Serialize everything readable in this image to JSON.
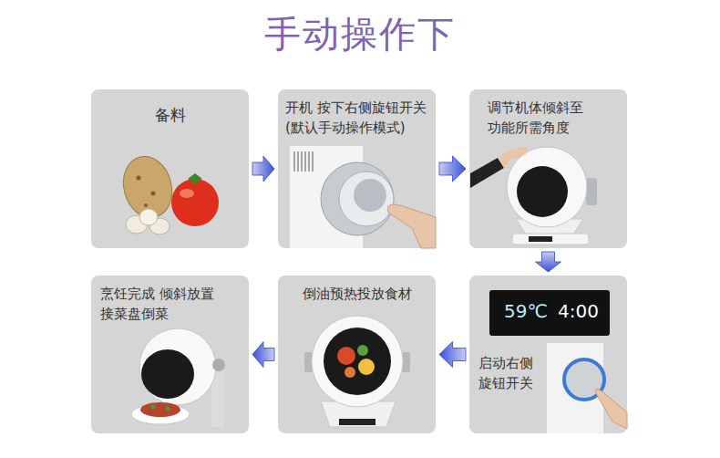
{
  "diagram": {
    "title": "手动操作下",
    "nodes": [
      {
        "text": [
          "备料"
        ]
      },
      {
        "text": [
          "开机 按下右侧旋钮开关 (默认手动操作模式)"
        ]
      },
      {
        "text": [
          "调节机体倾斜至 功能所需角度"
        ]
      },
      {
        "text": [
          "启动右侧 旋钮开关"
        ]
      },
      {
        "text": [
          "倒油预热投放食材"
        ]
      },
      {
        "text": [
          "烹饪完成 倾斜放置 接菜盘倒菜"
        ]
      }
    ],
    "edges": [
      {
        "from": 0,
        "to": 1,
        "arrow": "to"
      },
      {
        "from": 1,
        "to": 2,
        "arrow": "to"
      },
      {
        "from": 2,
        "to": 3,
        "arrow": "to"
      },
      {
        "from": 3,
        "to": 4,
        "arrow": "to"
      },
      {
        "from": 4,
        "to": 5,
        "arrow": "to"
      }
    ],
    "labels": [
      "59℃",
      "4:00"
    ]
  }
}
